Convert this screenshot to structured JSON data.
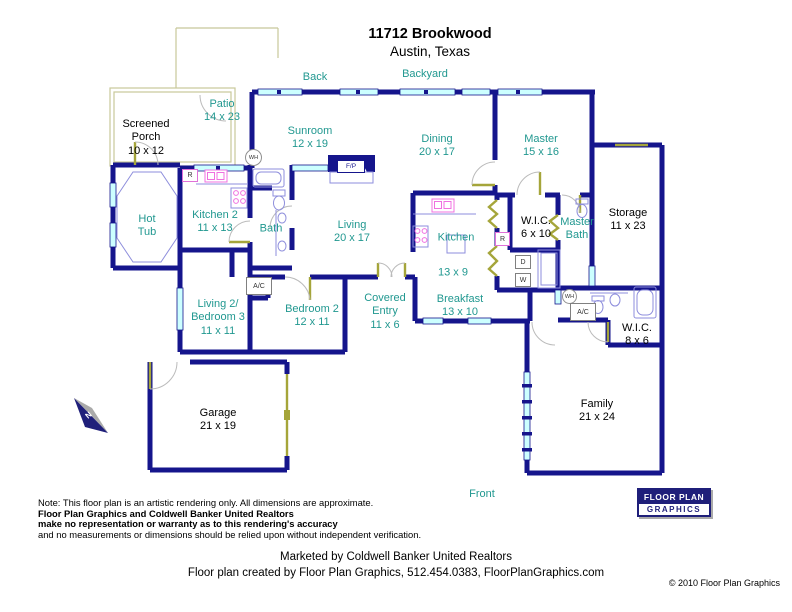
{
  "title": {
    "address": "11712 Brookwood",
    "city": "Austin, Texas"
  },
  "orientation": {
    "back": "Back",
    "backyard": "Backyard",
    "front": "Front"
  },
  "rooms": [
    {
      "name": "Screened\nPorch",
      "dims": "10 x 12"
    },
    {
      "name": "Patio",
      "dims": "14 x 23"
    },
    {
      "name": "Hot\nTub",
      "dims": ""
    },
    {
      "name": "Kitchen 2",
      "dims": "11 x 13"
    },
    {
      "name": "Bath",
      "dims": ""
    },
    {
      "name": "Sunroom",
      "dims": "12 x 19"
    },
    {
      "name": "Living",
      "dims": "20 x 17"
    },
    {
      "name": "Dining",
      "dims": "20 x 17"
    },
    {
      "name": "Master",
      "dims": "15 x 16"
    },
    {
      "name": "W.I.C.",
      "dims": "6 x 10"
    },
    {
      "name": "Master\nBath",
      "dims": ""
    },
    {
      "name": "Storage",
      "dims": "11 x 23"
    },
    {
      "name": "Kitchen",
      "dims": "13 x 9"
    },
    {
      "name": "Covered\nEntry",
      "dims": "11 x 6"
    },
    {
      "name": "Breakfast",
      "dims": "13 x 10"
    },
    {
      "name": "Living 2/\nBedroom 3",
      "dims": "11 x 11"
    },
    {
      "name": "Bedroom 2",
      "dims": "12 x 11"
    },
    {
      "name": "W.I.C.",
      "dims": "8 x 6"
    },
    {
      "name": "Garage",
      "dims": "21 x 19"
    },
    {
      "name": "Family",
      "dims": "21 x 24"
    }
  ],
  "equipment": {
    "water_heater": "WH",
    "ac": "A/C",
    "dryer": "D",
    "washer": "W",
    "refrigerator": "R",
    "fireplace": "F/P"
  },
  "disclaimer": {
    "line1": "Note: This floor plan is an artistic rendering only. All dimensions are approximate.",
    "line2": "Floor Plan Graphics and Coldwell Banker United Realtors",
    "line3": "make no representation or warranty as to this rendering's accuracy",
    "line4": "and no measurements or dimensions should be relied upon without independent verification."
  },
  "footer": {
    "marketed": "Marketed by Coldwell Banker United Realtors",
    "created": "Floor plan created by Floor Plan Graphics, 512.454.0383, FloorPlanGraphics.com"
  },
  "copyright": "© 2010 Floor Plan Graphics",
  "logo": {
    "line1": "FLOOR PLAN",
    "line2": "GRAPHICS"
  },
  "colors": {
    "wall": "#15158C",
    "label_teal": "#219890",
    "label_black": "#000000",
    "window": "#CCFFFF",
    "door": "#A5A53A",
    "fixture": "#8E8EDC",
    "appliance_pink": "#F070E0"
  }
}
